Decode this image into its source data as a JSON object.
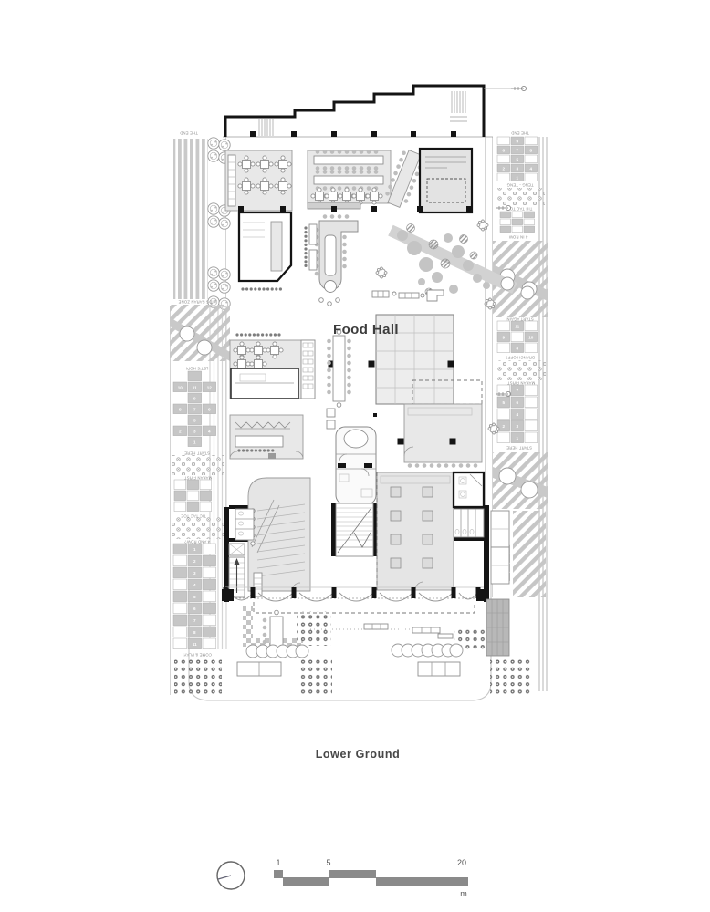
{
  "titles": {
    "food_hall": "Food Hall",
    "floor": "Lower Ground"
  },
  "scalebar": {
    "ticks": [
      "1",
      "5",
      "20"
    ],
    "unit": "m"
  },
  "labels": {
    "the_end_left": "THE END",
    "the_end_right": "THE END",
    "kids_zone": "KIDS SARAN ZONE",
    "lets_hop": "LET'S HOP!",
    "start_here_left": "START HERE",
    "makan_first_left": "MAKAN FIRST",
    "tic_tac_toe_left": "TIC TAC TOE",
    "four_and_row": "4 AND ROW?",
    "come_play": "COME & PLAY!",
    "teng_teng": "TENG - TENG",
    "tic_tac_to_right": "TIC TAC TO",
    "four_in_row": "4 IN ROW",
    "start_again": "START AGAIN",
    "branch_off": "BRANCH OFF?",
    "makan_first_right": "MAKAN FIRST",
    "start_here_right": "START HERE"
  },
  "grids": {
    "left_hopscotch": {
      "rows": [
        [
          ".",
          "#",
          "."
        ],
        [
          "10",
          "11",
          "12"
        ],
        [
          ".",
          "9",
          "."
        ],
        [
          "8",
          "7",
          "6"
        ],
        [
          ".",
          "5",
          "."
        ],
        [
          "2",
          "3",
          "4"
        ],
        [
          ".",
          "1",
          "."
        ]
      ]
    },
    "left_tictactoe": {
      "rows": [
        [
          " ",
          "#",
          " "
        ],
        [
          "#",
          " ",
          "#"
        ],
        [
          " ",
          "#",
          " "
        ]
      ]
    },
    "left_tall": {
      "rows": [
        [
          "#",
          "1",
          " "
        ],
        [
          " ",
          "2",
          "#"
        ],
        [
          "#",
          "3",
          " "
        ],
        [
          " ",
          "4",
          "#"
        ],
        [
          "#",
          "5",
          " "
        ],
        [
          " ",
          "6",
          "#"
        ],
        [
          "#",
          "7",
          " "
        ],
        [
          " ",
          "8",
          "#"
        ],
        [
          " ",
          "11",
          " "
        ]
      ]
    },
    "right_teng": {
      "rows": [
        [
          " ",
          "9",
          " "
        ],
        [
          "6",
          "7",
          "8"
        ],
        [
          " ",
          "5",
          " "
        ],
        [
          "2",
          "3",
          "4"
        ],
        [
          " ",
          "1",
          " "
        ]
      ]
    },
    "right_checker": {
      "rows": [
        [
          "#",
          " ",
          "#"
        ],
        [
          " ",
          "#",
          " "
        ],
        [
          "#",
          " ",
          "#"
        ]
      ]
    },
    "right_grid2": {
      "rows": [
        [
          " ",
          "11",
          " "
        ],
        [
          "9",
          " ",
          "10"
        ],
        [
          " ",
          "8",
          " "
        ]
      ]
    },
    "right_grid3": {
      "rows": [
        [
          " ",
          "7",
          " "
        ],
        [
          "5",
          "6",
          " "
        ],
        [
          " ",
          "4",
          " "
        ],
        [
          "2",
          "3",
          " "
        ],
        [
          " ",
          "1",
          " "
        ]
      ]
    },
    "right_lowchk": {
      "rows": [
        [
          "#",
          " "
        ],
        [
          " ",
          "#"
        ],
        [
          "#",
          " "
        ],
        [
          " ",
          "#"
        ]
      ]
    }
  },
  "colors": {
    "ink": "#141414",
    "paper": "#ffffff",
    "room": "#e8e8e8",
    "pattern_gray": "#c6c6c6",
    "scale_gray": "#8a8a8a",
    "title_text": "#3d3d3d",
    "label_gray": "#8a8a8a"
  }
}
